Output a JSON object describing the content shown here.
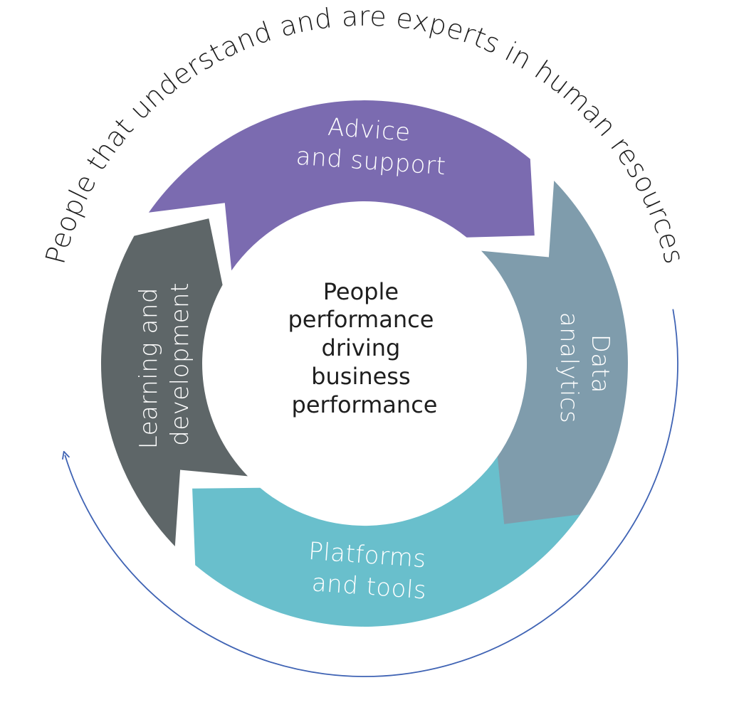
{
  "outer_caption": "People that understand and are experts in human resources",
  "center": {
    "lines": [
      "People",
      "performance",
      "driving",
      "business",
      "performance"
    ]
  },
  "segments": [
    {
      "id": "advice",
      "lines": [
        "Advice",
        "and support"
      ],
      "color": "#7b6bb0"
    },
    {
      "id": "data",
      "lines": [
        "Data",
        "analytics"
      ],
      "color": "#7f9cac"
    },
    {
      "id": "platforms",
      "lines": [
        "Platforms",
        "and tools"
      ],
      "color": "#69bfcc"
    },
    {
      "id": "learning",
      "lines": [
        "Learning and",
        "development"
      ],
      "color": "#5e6668"
    }
  ],
  "colors": {
    "cycle_arrow": "#3f63b4",
    "text": "#1e1e1e"
  }
}
